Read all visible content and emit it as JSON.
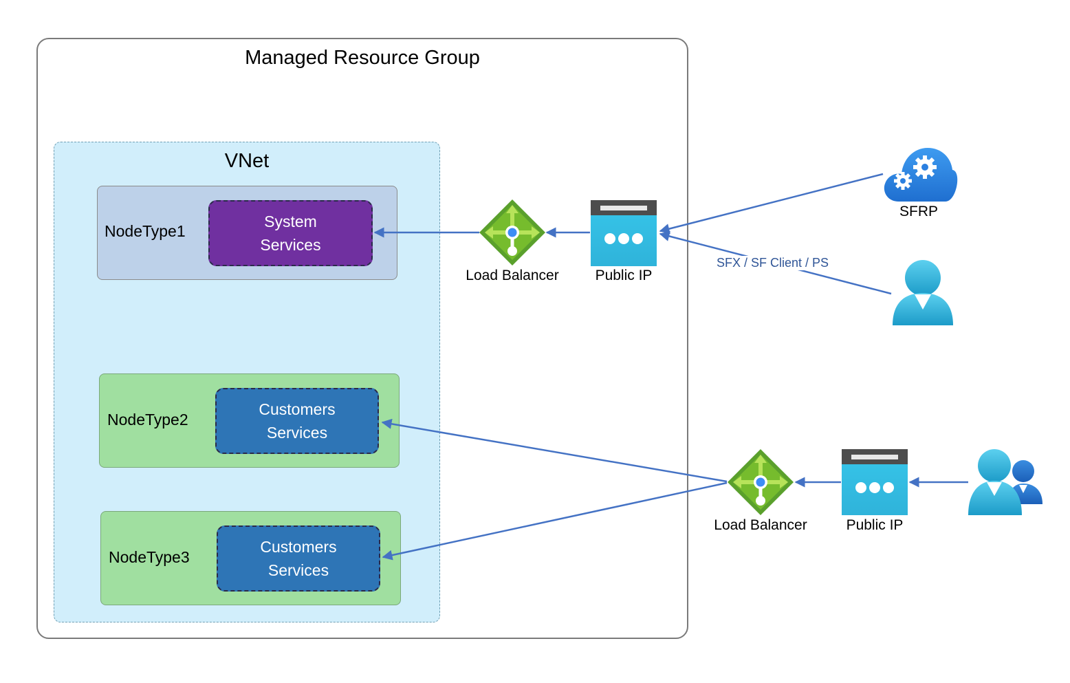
{
  "resource_group": {
    "title": "Managed Resource Group"
  },
  "vnet": {
    "title": "VNet"
  },
  "node_types": [
    {
      "label": "NodeType1",
      "service_line1": "System",
      "service_line2": "Services",
      "color": "#7030a0"
    },
    {
      "label": "NodeType2",
      "service_line1": "Customers",
      "service_line2": "Services",
      "color": "#2e75b6"
    },
    {
      "label": "NodeType3",
      "service_line1": "Customers",
      "service_line2": "Services",
      "color": "#2e75b6"
    }
  ],
  "top_path": {
    "load_balancer_label": "Load Balancer",
    "public_ip_label": "Public IP",
    "sfrp_label": "SFRP",
    "edge_label": "SFX / SF Client / PS"
  },
  "bottom_path": {
    "load_balancer_label": "Load Balancer",
    "public_ip_label": "Public IP"
  },
  "colors": {
    "arrow": "#4472c4",
    "vnet": "#d1eefb",
    "nodetype1": "#bdd1e9",
    "nodetype_green": "#a0dfa0"
  },
  "icons": [
    "load-balancer-icon",
    "public-ip-icon",
    "cloud-gear-icon",
    "user-icon",
    "users-group-icon"
  ]
}
